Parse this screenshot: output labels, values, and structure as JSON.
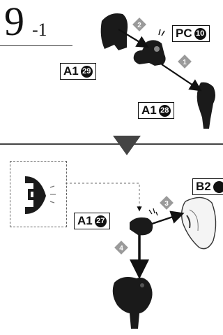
{
  "step": {
    "number": "9",
    "sub": "-1"
  },
  "labels": {
    "pc10": {
      "code": "PC",
      "num": "10"
    },
    "a1_29": {
      "code": "A1",
      "num": "29"
    },
    "a1_28": {
      "code": "A1",
      "num": "28"
    },
    "b2": {
      "code": "B2",
      "num": ""
    },
    "a1_27": {
      "code": "A1",
      "num": "27"
    }
  },
  "steps": [
    "2",
    "1",
    "3",
    "4"
  ],
  "colors": {
    "ink": "#111111",
    "gray": "#9a9a9a",
    "part_dark": "#1a1a1a",
    "part_light": "#f4f4f4"
  }
}
